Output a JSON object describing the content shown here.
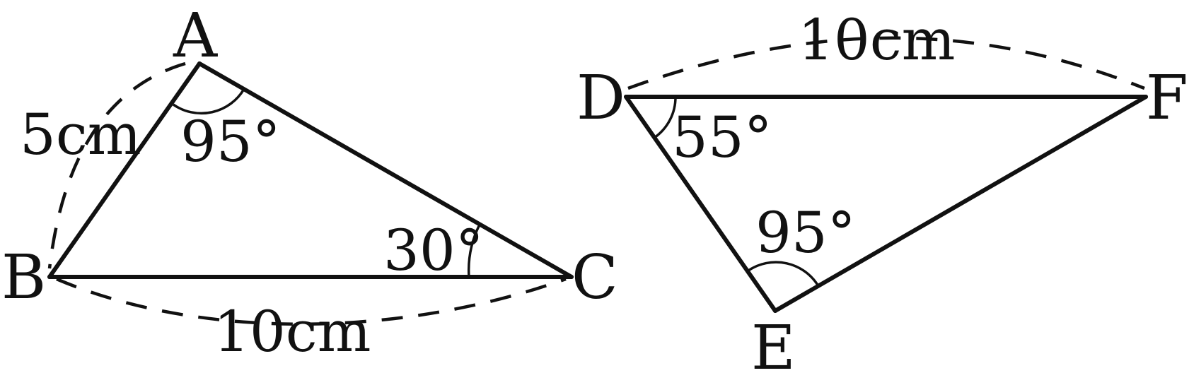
{
  "triangle_abc": {
    "vertices": {
      "a": "A",
      "b": "B",
      "c": "C"
    },
    "angles": {
      "a": "95°",
      "c": "30°"
    },
    "sides": {
      "ab": "5cm",
      "bc": "10cm"
    }
  },
  "triangle_def": {
    "vertices": {
      "d": "D",
      "e": "E",
      "f": "F"
    },
    "angles": {
      "d": "55°",
      "e": "95°"
    },
    "sides": {
      "df": "10cm"
    }
  }
}
